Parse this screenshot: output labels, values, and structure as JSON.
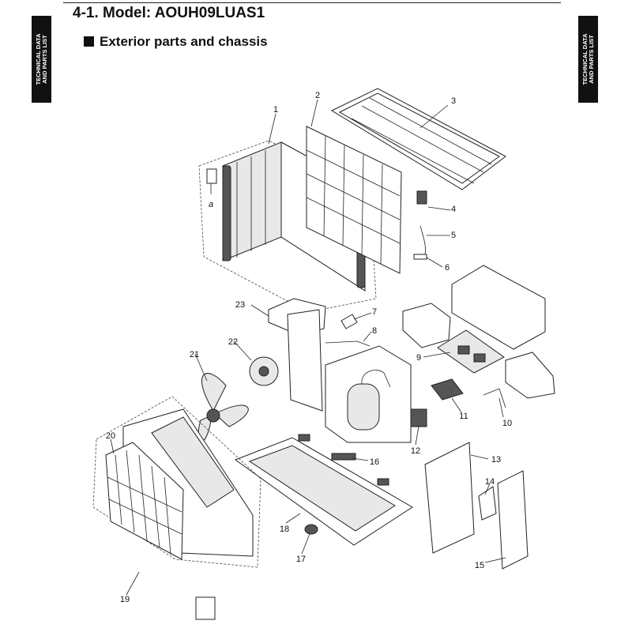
{
  "header": {
    "title": "4-1. Model: AOUH09LUAS1",
    "section": "Exterior parts and chassis"
  },
  "side_tab": {
    "line1": "TECHNICAL DATA",
    "line2": "AND PARTS LIST"
  },
  "callouts": {
    "p1": "1",
    "p2": "2",
    "p3": "3",
    "p4": "4",
    "p5": "5",
    "p6": "6",
    "p7": "7",
    "p8": "8",
    "p9": "9",
    "p10": "10",
    "p11": "11",
    "p12": "12",
    "p13": "13",
    "p14": "14",
    "p15": "15",
    "p16": "16",
    "p17": "17",
    "p18": "18",
    "p19": "19",
    "p20": "20",
    "p21": "21",
    "p22": "22",
    "p23": "23",
    "pa": "a"
  }
}
